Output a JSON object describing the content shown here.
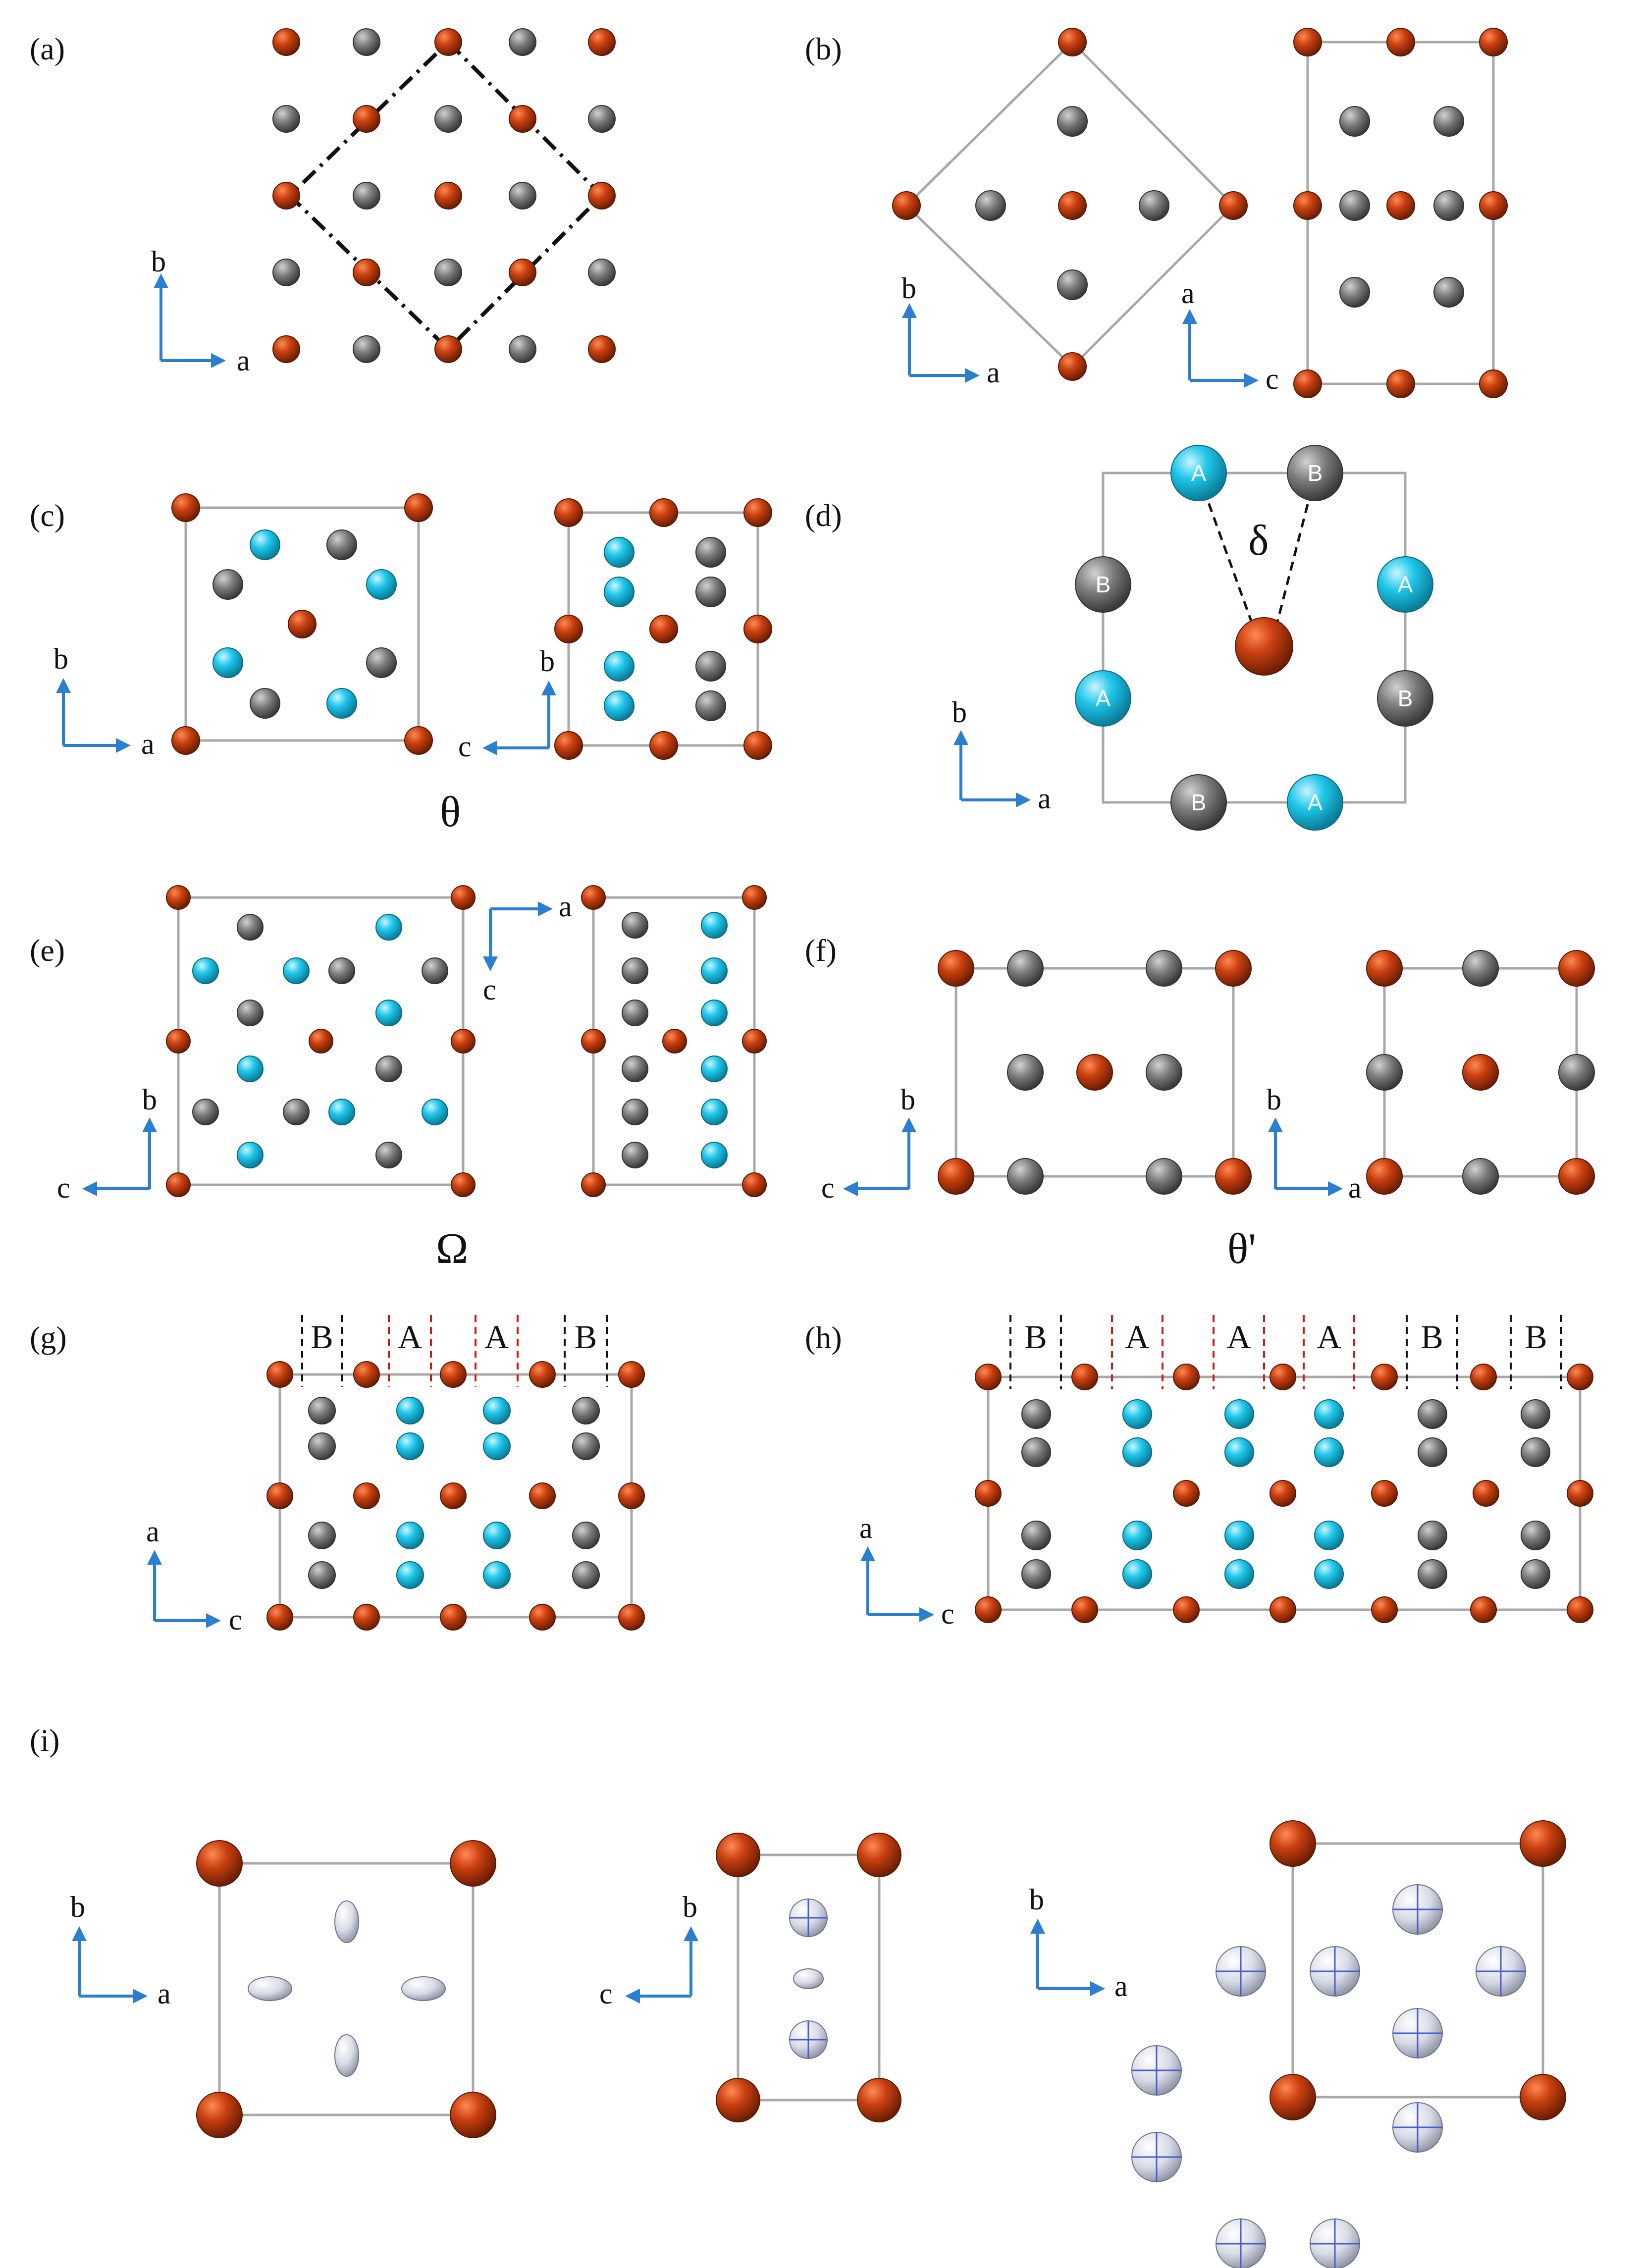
{
  "panels": {
    "a": {
      "label": "(a)"
    },
    "b": {
      "label": "(b)"
    },
    "c": {
      "label": "(c)",
      "caption": "θ"
    },
    "d": {
      "label": "(d)",
      "delta": "δ",
      "site_a": "A",
      "site_b": "B"
    },
    "e": {
      "label": "(e)",
      "caption": "Ω"
    },
    "f": {
      "label": "(f)",
      "caption": "θ'"
    },
    "g": {
      "label": "(g)",
      "a": "A",
      "b": "B"
    },
    "h": {
      "label": "(h)",
      "a": "A",
      "b": "B"
    },
    "i": {
      "label": "(i)"
    }
  },
  "axes": {
    "a": "a",
    "b": "b",
    "c": "c"
  },
  "colors": {
    "al": "#c2380e",
    "gray": "#737373",
    "cyan": "#19c7ea",
    "white": "#e4e7f2",
    "axis": "#2a7fd0",
    "cell": "#a8a8a8"
  }
}
